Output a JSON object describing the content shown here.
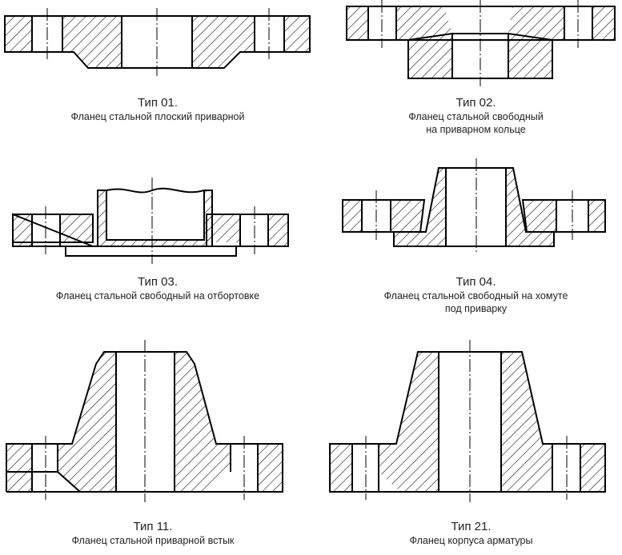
{
  "flanges": [
    {
      "id": "01",
      "title": "Тип 01.",
      "lines": [
        "Фланец стальной плоский приварной"
      ]
    },
    {
      "id": "02",
      "title": "Тип 02.",
      "lines": [
        "Фланец стальной свободный",
        "на приварном кольце"
      ]
    },
    {
      "id": "03",
      "title": "Тип 03.",
      "lines": [
        "Фланец стальной свободный на отбортовке"
      ]
    },
    {
      "id": "04",
      "title": "Тип 04.",
      "lines": [
        "Фланец стальной свободный на хомуте",
        "под приварку"
      ]
    },
    {
      "id": "11",
      "title": "Тип 11.",
      "lines": [
        "Фланец стальной приварной встык"
      ]
    },
    {
      "id": "21",
      "title": "Тип 21.",
      "lines": [
        "Фланец корпуса арматуры"
      ]
    }
  ],
  "colors": {
    "line": "#000000",
    "hatch": "#000000",
    "text": "#222222",
    "background": "#ffffff"
  }
}
